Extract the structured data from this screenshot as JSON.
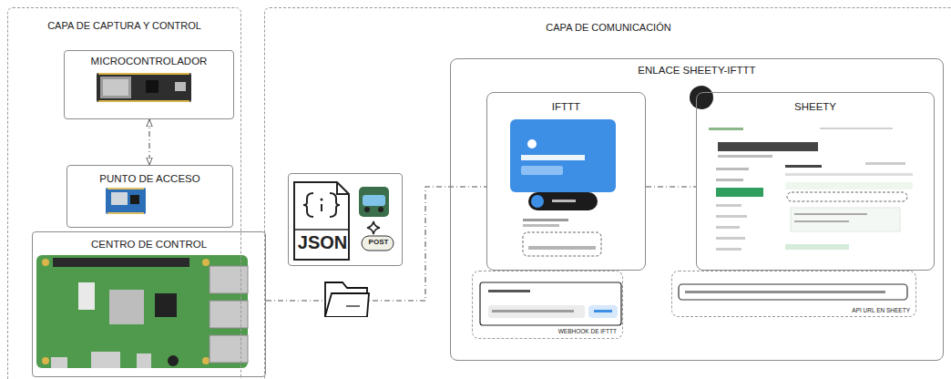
{
  "diagram": {
    "nodes": [
      {
        "text": [
          "CAPA DE CAPTURA Y CONTROL"
        ]
      },
      {
        "text": [
          "MICROCONTROLADOR"
        ],
        "in": 0
      },
      {
        "text": [
          "PUNTO DE ACCESO"
        ],
        "in": 0
      },
      {
        "text": [
          "CENTRO DE CONTROL"
        ],
        "in": 0
      },
      {
        "text": [
          "CAPA DE COMUNICACIÓN"
        ]
      },
      {
        "text": [
          "JSON",
          "POST"
        ],
        "in": 4
      },
      {
        "text": [
          "ENLACE SHEETY-IFTTT"
        ],
        "in": 4
      },
      {
        "text": [
          "IFTTT"
        ],
        "in": 6
      },
      {
        "text": [
          "SHEETY"
        ],
        "in": 6
      },
      {
        "text": [
          "WEBHOOK DE IFTTT"
        ],
        "in": 6
      },
      {
        "text": [
          "API URL EN SHEETY"
        ],
        "in": 6
      }
    ],
    "edges": [
      {
        "from": 1,
        "to": 2,
        "arrow": "both"
      },
      {
        "from": 3,
        "to": 7,
        "arrow": "none"
      },
      {
        "from": 7,
        "to": 8,
        "arrow": "none"
      }
    ]
  }
}
